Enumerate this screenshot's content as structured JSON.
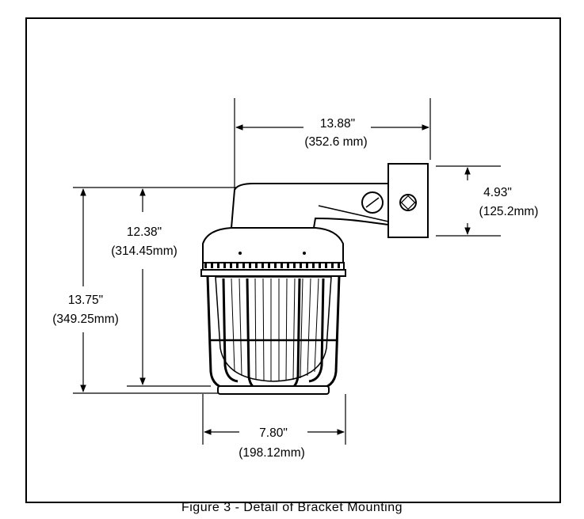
{
  "dimensions": {
    "arm_length": {
      "in": "13.88\"",
      "mm": "(352.6 mm)"
    },
    "bracket_height": {
      "in": "4.93\"",
      "mm": "(125.2mm)"
    },
    "fixture_height": {
      "in": "12.38\"",
      "mm": "(314.45mm)"
    },
    "overall_height": {
      "in": "13.75\"",
      "mm": "(349.25mm)"
    },
    "fixture_width": {
      "in": "7.80\"",
      "mm": "(198.12mm)"
    }
  },
  "caption": "Figure 3 - Detail of Bracket Mounting",
  "colors": {
    "line": "#000000",
    "background": "#ffffff"
  }
}
